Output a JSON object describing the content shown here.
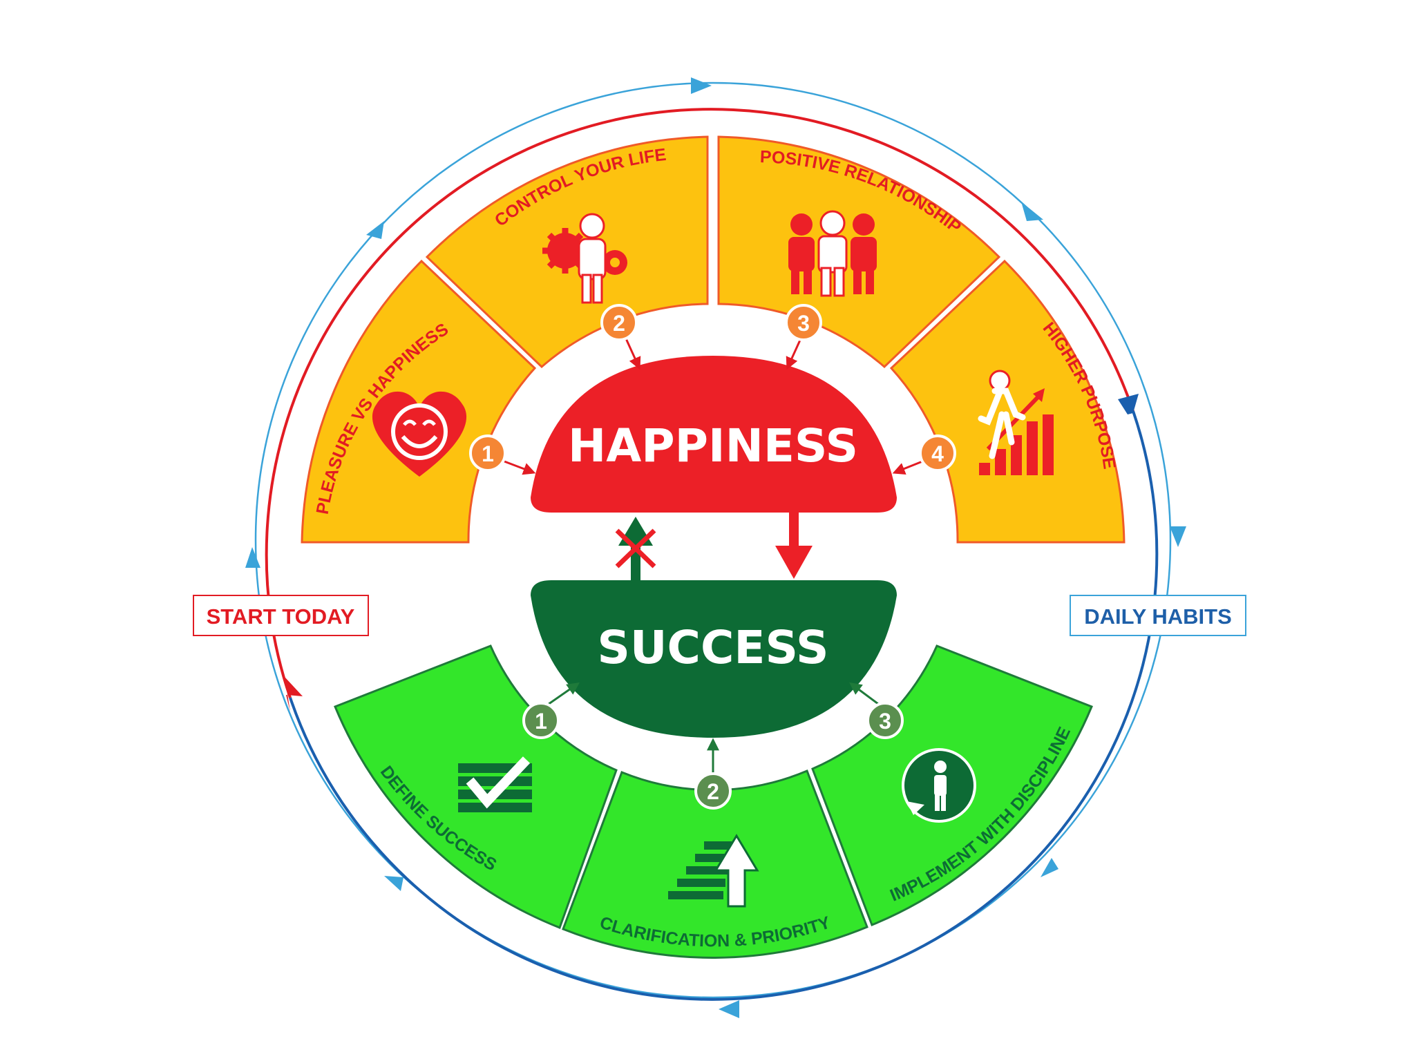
{
  "center": {
    "happiness": "HAPPINESS",
    "success": "SUCCESS"
  },
  "sides": {
    "start": "START TODAY",
    "daily": "DAILY HABITS"
  },
  "happiness_segments": [
    {
      "number": "1",
      "label": "PLEASURE VS HAPPINESS",
      "icon": "smiling-heart-icon"
    },
    {
      "number": "2",
      "label": "CONTROL  YOUR  LIFE",
      "icon": "person-with-gears-icon"
    },
    {
      "number": "3",
      "label": "POSITIVE RELATIONSHIP",
      "icon": "three-people-icon"
    },
    {
      "number": "4",
      "label": "HIGHER PURPOSE",
      "icon": "climbing-growth-chart-icon"
    }
  ],
  "success_segments": [
    {
      "number": "1",
      "label": "DEFINE  SUCCESS",
      "icon": "checklist-icon"
    },
    {
      "number": "2",
      "label": "CLARIFICATION & PRIORITY",
      "icon": "stairs-up-arrow-icon"
    },
    {
      "number": "3",
      "label": "IMPLEMENT WITH DISCIPLINE",
      "icon": "person-clock-icon"
    }
  ],
  "colors": {
    "happiness": "#ec2027",
    "success": "#0d6b35",
    "orange_segment": "#fdc20f",
    "orange_badge": "#f58634",
    "green_segment": "#33e62a",
    "green_badge": "#5b8f4f",
    "red_cycle": "#e21b23",
    "blue_cycle": "#1a5fae",
    "light_blue": "#3aa3d9",
    "daily_text": "#1e5fa8"
  }
}
